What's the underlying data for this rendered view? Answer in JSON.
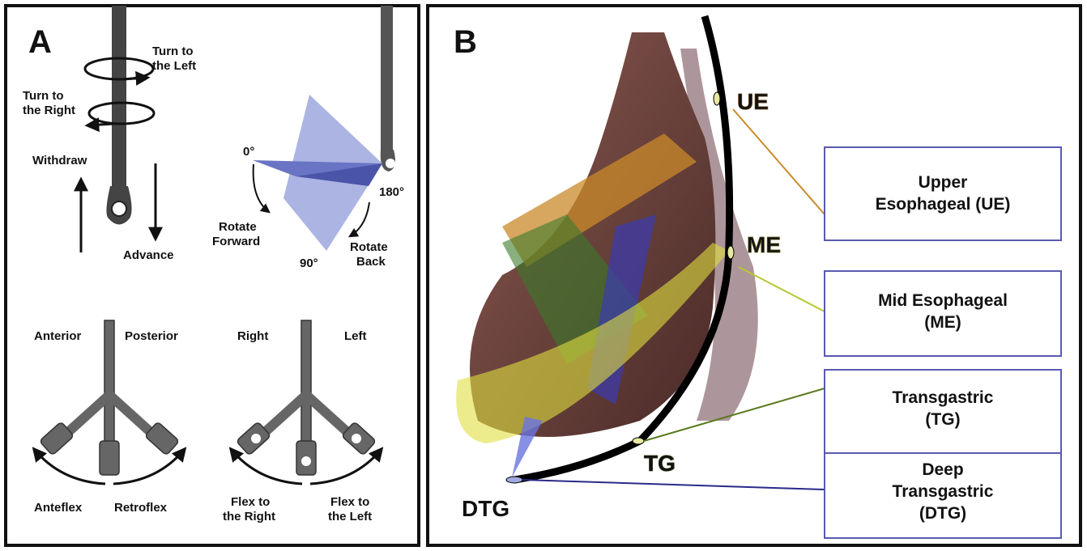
{
  "panel_a": {
    "letter": "A",
    "turn_left": [
      "Turn to",
      "the Left"
    ],
    "turn_right": [
      "Turn to",
      "the Right"
    ],
    "withdraw": "Withdraw",
    "advance": "Advance",
    "angle_0": "0°",
    "angle_90": "90°",
    "angle_180": "180°",
    "rotate_forward": [
      "Rotate",
      "Forward"
    ],
    "rotate_back": [
      "Rotate",
      "Back"
    ],
    "anterior": "Anterior",
    "posterior": "Posterior",
    "anteflex": "Anteflex",
    "retroflex": "Retroflex",
    "right": "Right",
    "left": "Left",
    "flex_right": [
      "Flex to",
      "the Right"
    ],
    "flex_left": [
      "Flex to",
      "the Left"
    ]
  },
  "panel_b": {
    "letter": "B",
    "markers": {
      "ue": "UE",
      "me": "ME",
      "tg": "TG",
      "dtg": "DTG"
    },
    "boxes": [
      {
        "lines": [
          "Upper",
          "Esophageal (UE)"
        ]
      },
      {
        "lines": [
          "Mid Esophageal",
          "(ME)"
        ]
      },
      {
        "lines": [
          "Transgastric",
          "(TG)"
        ]
      },
      {
        "lines": [
          "Deep",
          "Transgastric",
          "(DTG)"
        ]
      }
    ],
    "colors": {
      "ue": "#c98a2a",
      "me": "#c8c83a",
      "tg": "#5a7a1e",
      "dtg": "#2a2a6a",
      "box_border": "#5a5ab0"
    }
  }
}
